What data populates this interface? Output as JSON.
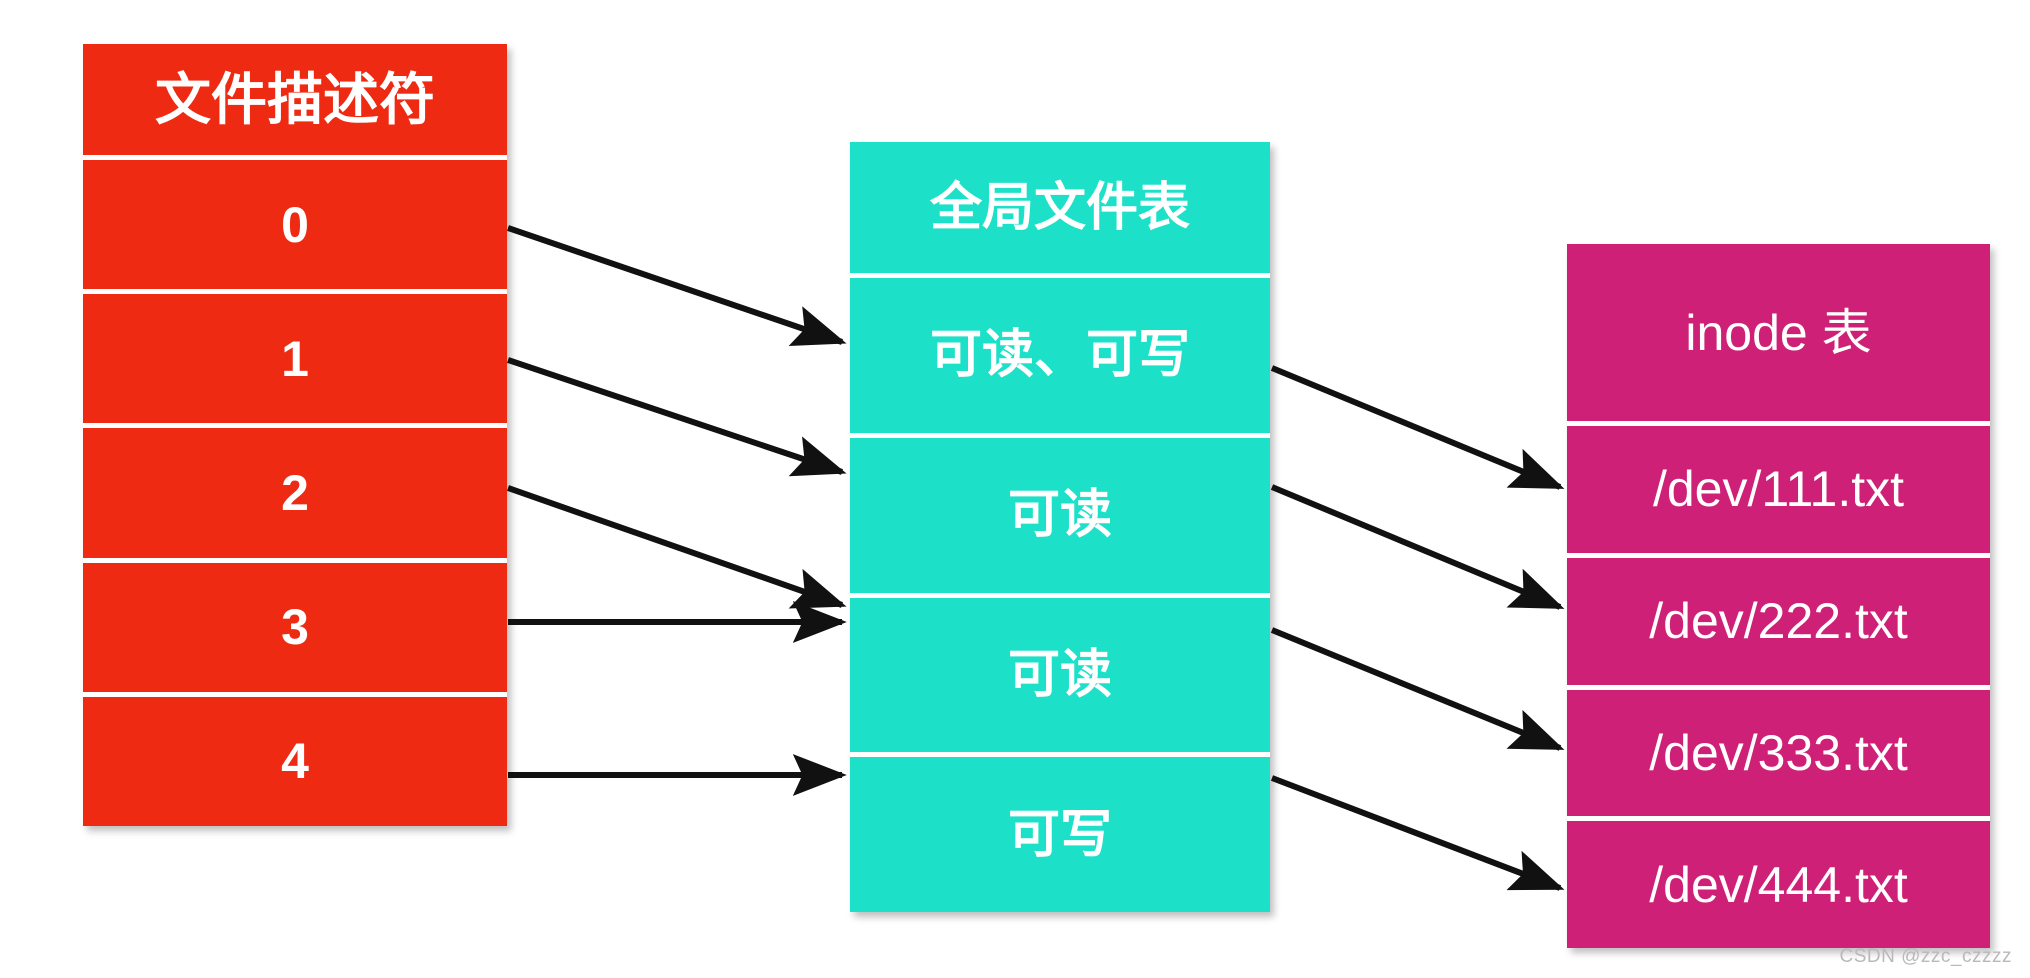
{
  "diagram": {
    "title_semantic": "file-descriptor-to-global-file-table-to-inode-table",
    "colors": {
      "fd_table": "#EE2A12",
      "global_file_table": "#1CE0C8",
      "inode_table": "#CE2076",
      "arrow": "#111111",
      "separator": "#FFFFFF",
      "background": "#FFFFFF",
      "watermark": "#B9B9B9"
    }
  },
  "fd_table": {
    "header": "文件描述符",
    "rows": [
      "0",
      "1",
      "2",
      "3",
      "4"
    ]
  },
  "global_file_table": {
    "header": "全局文件表",
    "rows": [
      "可读、可写",
      "可读",
      "可读",
      "可写"
    ]
  },
  "inode_table": {
    "header": "inode 表",
    "rows": [
      "/dev/111.txt",
      "/dev/222.txt",
      "/dev/333.txt",
      "/dev/444.txt"
    ]
  },
  "arrows": {
    "fd_to_global": [
      {
        "from": "0",
        "to": "可读、可写"
      },
      {
        "from": "1",
        "to": "可读"
      },
      {
        "from": "2",
        "to": "可读"
      },
      {
        "from": "3",
        "to": "可读"
      },
      {
        "from": "4",
        "to": "可写"
      }
    ],
    "global_to_inode": [
      {
        "from": "可读、可写",
        "to": "/dev/111.txt"
      },
      {
        "from": "可读",
        "to": "/dev/222.txt"
      },
      {
        "from": "可读",
        "to": "/dev/333.txt"
      },
      {
        "from": "可写",
        "to": "/dev/444.txt"
      }
    ]
  },
  "watermark": {
    "text": "CSDN @zzc_czzzz"
  }
}
